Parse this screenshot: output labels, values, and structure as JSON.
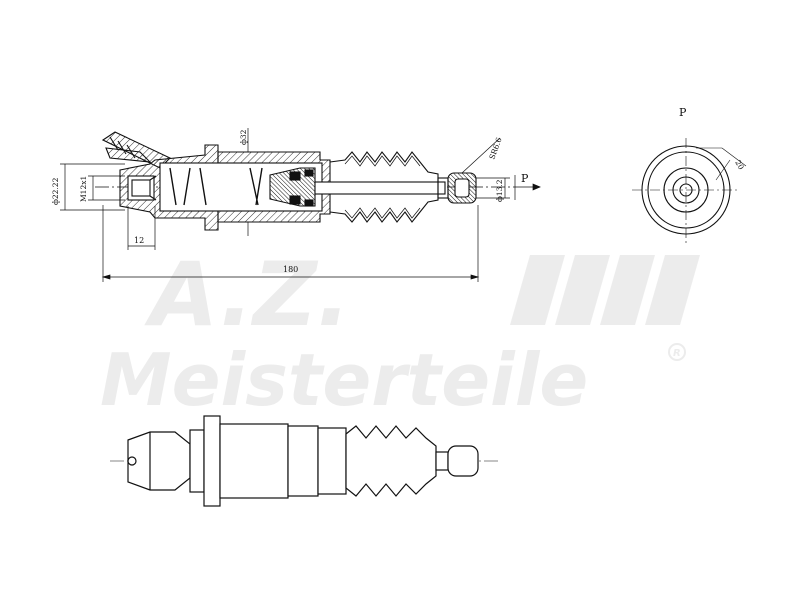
{
  "watermark": {
    "monogram": "A.Z.",
    "brand": "Meisterteile",
    "registered": "R"
  },
  "dimensions": {
    "overall_length": "180",
    "thread_length": "12",
    "outer_diameter": "ф22.22",
    "thread": "M12x1",
    "body_diameter": "ф32",
    "sphere": "SR6.6",
    "rod_diameter": "ф13.2",
    "end_width": "20"
  },
  "view_labels": {
    "section_arrow": "P",
    "end_view": "P"
  },
  "colors": {
    "line": "#111111",
    "hatch": "#333333",
    "watermark": "#ececec"
  }
}
